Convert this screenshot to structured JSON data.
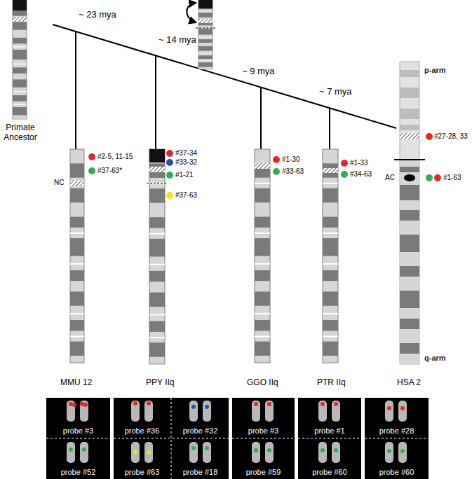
{
  "diagram": {
    "nodes": [
      {
        "text": [
          "probe #3"
        ]
      },
      {
        "text": [
          "probe #52"
        ]
      },
      {
        "text": [
          "probe #36"
        ]
      },
      {
        "text": [
          "probe #32"
        ]
      },
      {
        "text": [
          "probe #63"
        ]
      },
      {
        "text": [
          "probe #18"
        ]
      },
      {
        "text": [
          "probe #3"
        ]
      },
      {
        "text": [
          "probe #59"
        ]
      },
      {
        "text": [
          "probe #1"
        ]
      },
      {
        "text": [
          "probe #60"
        ]
      },
      {
        "text": [
          "probe #28"
        ]
      },
      {
        "text": [
          "probe #60"
        ]
      }
    ],
    "labels": [
      "~ 23 mya",
      "~ 14 mya",
      "~ 9 mya",
      "~ 7 mya",
      "Primate Ancestor",
      "p-arm",
      "q-arm",
      "NC",
      "#2-5, 11-15",
      "#37-63*",
      "#37-34",
      "#33-32",
      "#1-21",
      "#37-63",
      "#1-30",
      "#33-63",
      "#1-33",
      "#34-63",
      "#27-28, 33",
      "AC",
      "#1-63",
      "MMU 12",
      "PPY IIq",
      "GGO IIq",
      "PTR IIq",
      "HSA 2"
    ]
  }
}
